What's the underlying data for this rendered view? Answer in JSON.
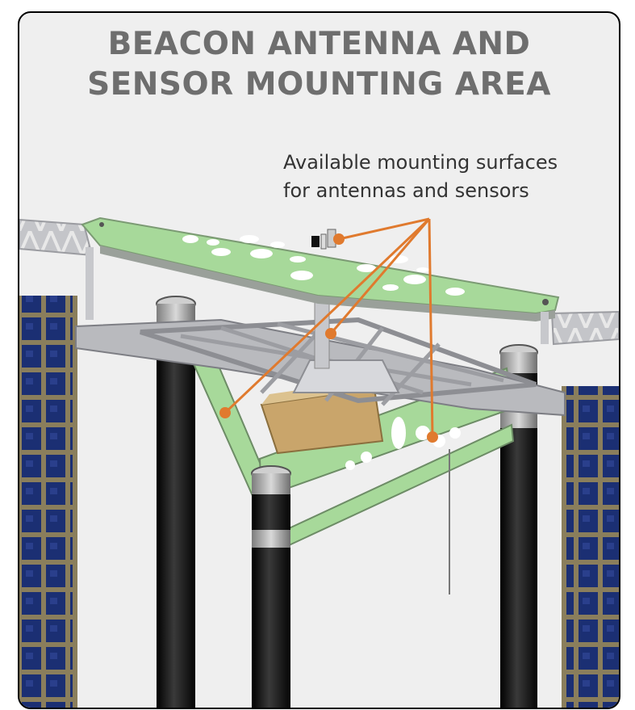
{
  "title": {
    "line1": "BEACON ANTENNA AND",
    "line2": "SENSOR MOUNTING AREA"
  },
  "callout": {
    "line1": "Available mounting surfaces",
    "line2": "for antennas and sensors"
  },
  "colors": {
    "background": "#efefef",
    "title_text": "#6e6e6e",
    "mount_plate": "#a7d99a",
    "truss": "#a9aab0",
    "leader_line": "#e07a2e",
    "solar_cell": "#1b2f73",
    "solar_grid": "#8a7e5c",
    "support_tube": "#151515",
    "payload_box": "#c9a56b"
  },
  "icons": [
    "solar-panel",
    "truss-beam",
    "support-column",
    "mounting-plate",
    "leader-line",
    "callout-dot"
  ]
}
